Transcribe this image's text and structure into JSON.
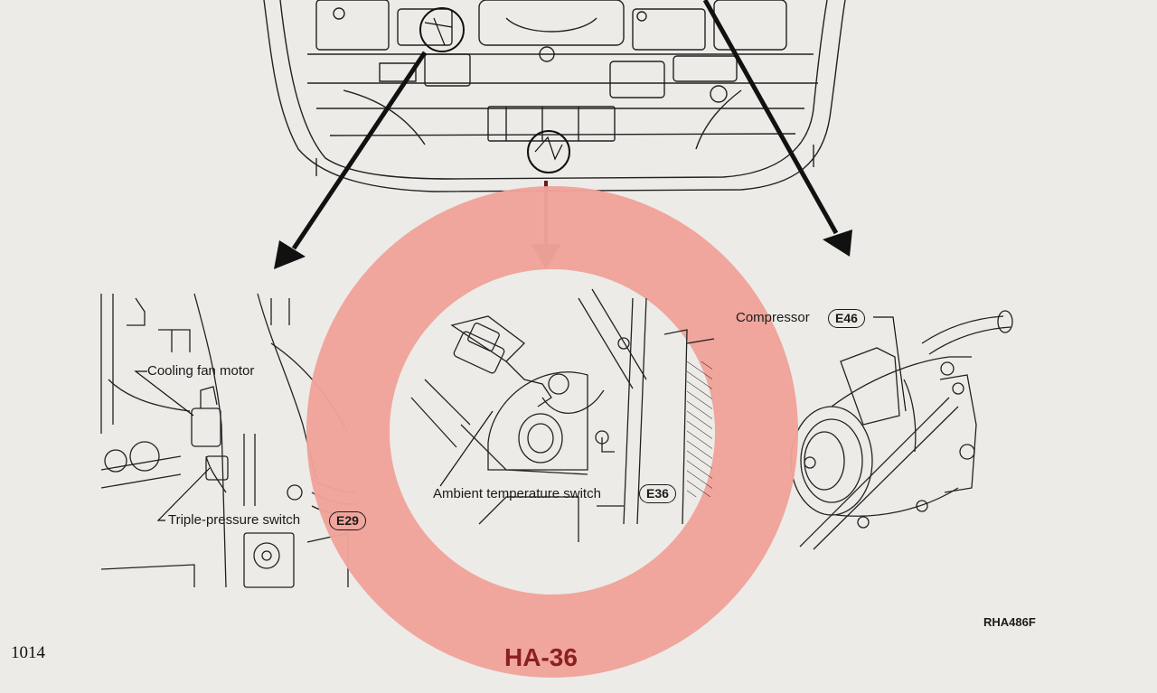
{
  "labels": {
    "cooling_fan_motor": "Cooling fan motor",
    "triple_pressure_switch": "Triple-pressure switch",
    "triple_pressure_code": "E29",
    "ambient_temperature_switch": "Ambient temperature switch",
    "ambient_temperature_code": "E36",
    "compressor": "Compressor",
    "compressor_code": "E46"
  },
  "figure_ref": "RHA486F",
  "page_number": "1014",
  "page_code": "HA-36",
  "colors": {
    "background": "#ecebe7",
    "highlight_ring": "#f0a39a",
    "ink": "#1a1a1a",
    "page_code": "#8c2020"
  }
}
